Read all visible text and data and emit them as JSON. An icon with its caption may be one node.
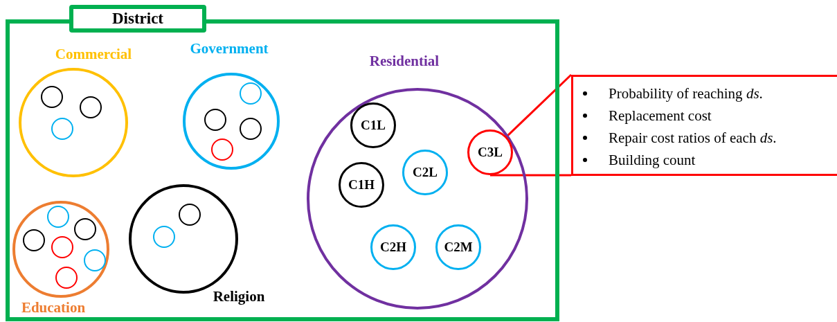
{
  "diagram": {
    "nodes": [
      {
        "text": [
          "District"
        ]
      },
      {
        "text": [
          "Commercial"
        ],
        "in": 0
      },
      {
        "text": [],
        "shape": "circle",
        "in": 1
      },
      {
        "text": [],
        "shape": "circle",
        "in": 1
      },
      {
        "text": [],
        "shape": "circle",
        "in": 1
      },
      {
        "text": [
          "Government"
        ],
        "in": 0
      },
      {
        "text": [],
        "shape": "circle",
        "in": 5
      },
      {
        "text": [],
        "shape": "circle",
        "in": 5
      },
      {
        "text": [],
        "shape": "circle",
        "in": 5
      },
      {
        "text": [],
        "shape": "circle",
        "in": 5
      },
      {
        "text": [
          "Education"
        ],
        "in": 0
      },
      {
        "text": [],
        "shape": "circle",
        "in": 10
      },
      {
        "text": [],
        "shape": "circle",
        "in": 10
      },
      {
        "text": [],
        "shape": "circle",
        "in": 10
      },
      {
        "text": [],
        "shape": "circle",
        "in": 10
      },
      {
        "text": [],
        "shape": "circle",
        "in": 10
      },
      {
        "text": [],
        "shape": "circle",
        "in": 10
      },
      {
        "text": [
          "Religion"
        ],
        "in": 0
      },
      {
        "text": [],
        "shape": "circle",
        "in": 17
      },
      {
        "text": [],
        "shape": "circle",
        "in": 17
      },
      {
        "text": [
          "Residential"
        ],
        "in": 0
      },
      {
        "text": [
          "C1L"
        ],
        "in": 20
      },
      {
        "text": [
          "C1H"
        ],
        "in": 20
      },
      {
        "text": [
          "C2L"
        ],
        "in": 20
      },
      {
        "text": [
          "C3L"
        ],
        "in": 20
      },
      {
        "text": [
          "C2H"
        ],
        "in": 20
      },
      {
        "text": [
          "C2M"
        ],
        "in": 20
      },
      {
        "text": [
          "Probability of reaching *ds*.",
          "Replacement cost",
          "Repair cost ratios of each *ds*.",
          "Building count"
        ]
      }
    ],
    "edges": [
      {
        "from": 24,
        "to": 27,
        "arrow": "none",
        "color": "#ff0000"
      },
      {
        "from": 24,
        "to": 27,
        "arrow": "none",
        "color": "#ff0000"
      }
    ]
  }
}
